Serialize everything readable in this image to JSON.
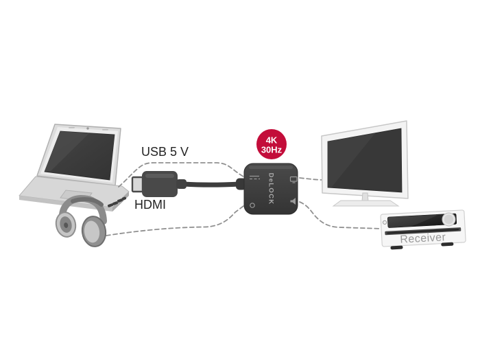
{
  "labels": {
    "usb_power": "USB 5 V",
    "hdmi": "HDMI"
  },
  "badge": {
    "line1": "4K",
    "line2": "30Hz",
    "bg_color": "#c30d3a",
    "text_color": "#ffffff"
  },
  "adapter": {
    "brand": "DeLOCK",
    "body_color": "#3e3e3e",
    "port_icons": [
      "dc-power-icon",
      "headphone-jack-icon",
      "display-icon",
      "speaker-icon"
    ]
  },
  "receiver": {
    "label": "Receiver",
    "label_color": "#999999"
  },
  "colors": {
    "background": "#ffffff",
    "dashed_line": "#909090",
    "label_text": "#232323",
    "screen_dark": "#3c3c3c",
    "device_light_gray": "#dcdcdc"
  },
  "connections": [
    {
      "from": "laptop",
      "to": "adapter",
      "label": "USB 5 V",
      "style": "dashed"
    },
    {
      "from": "laptop",
      "to": "adapter",
      "label": "HDMI",
      "style": "cable"
    },
    {
      "from": "headphones",
      "to": "adapter",
      "label": "",
      "style": "dashed"
    },
    {
      "from": "adapter",
      "to": "tv",
      "label": "",
      "style": "dashed"
    },
    {
      "from": "adapter",
      "to": "receiver",
      "label": "",
      "style": "dashed"
    }
  ]
}
